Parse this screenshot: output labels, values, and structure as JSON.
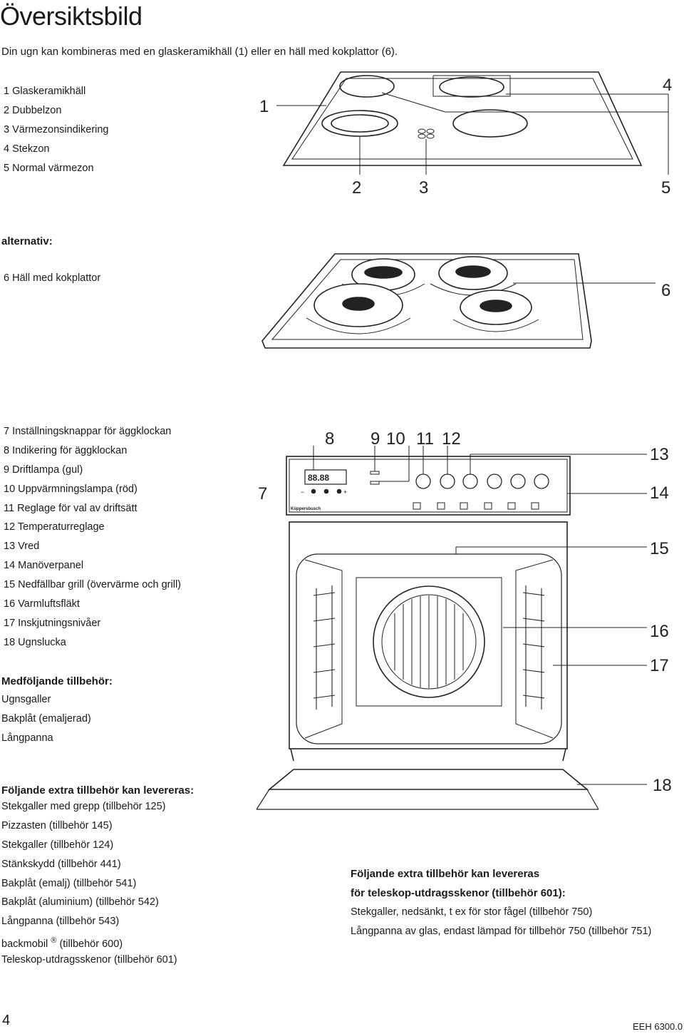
{
  "page": {
    "title": "Översiktsbild",
    "intro": "Din ugn kan kombineras med en glaskeramikhäll (1) eller en häll med kokplattor (6).",
    "page_number": "4",
    "doc_code": "EEH 6300.0"
  },
  "cooktop_legend": [
    "1 Glaskeramikhäll",
    "2 Dubbelzon",
    "3 Värmezonsindikering",
    "4 Stekzon",
    "5 Normal värmezon"
  ],
  "alternative": {
    "label": "alternativ:",
    "items": [
      "6 Häll med kokplattor"
    ]
  },
  "oven_legend": [
    "7 Inställningsknappar för äggklockan",
    "8 Indikering för äggklockan",
    "9 Driftlampa (gul)",
    "10 Uppvärmningslampa (röd)",
    "11 Reglage för val av driftsätt",
    "12 Temperaturreglage",
    "13 Vred",
    "14 Manöverpanel",
    "15 Nedfällbar grill (övervärme och grill)",
    "16 Varmluftsfläkt",
    "17 Inskjutningsnivåer",
    "18 Ugnslucka"
  ],
  "included": {
    "heading": "Medföljande tillbehör:",
    "items": [
      "Ugnsgaller",
      "Bakplåt (emaljerad)",
      "Långpanna"
    ]
  },
  "extra": {
    "heading": "Följande extra tillbehör kan levereras:",
    "items": [
      "Stekgaller med grepp (tillbehör 125)",
      "Pizzasten (tillbehör 145)",
      "Stekgaller (tillbehör 124)",
      "Stänkskydd (tillbehör 441)",
      "Bakplåt (emalj) (tillbehör 541)",
      "Bakplåt (aluminium) (tillbehör 542)",
      "Långpanna (tillbehör 543)"
    ],
    "backmobil_name": "backmobil",
    "backmobil_mark": "®",
    "backmobil_rest": " (tillbehör 600)",
    "last_item": "Teleskop-utdragsskenor (tillbehör 601)"
  },
  "telescope": {
    "heading_line1": "Följande extra tillbehör kan levereras",
    "heading_line2": "för teleskop-utdragsskenor (tillbehör 601):",
    "items": [
      "Stekgaller, nedsänkt, t ex för stor fågel (tillbehör 750)",
      "Långpanna av glas, endast lämpad för tillbehör 750 (tillbehör 751)"
    ]
  },
  "diagram": {
    "callouts_cooktop": [
      "1",
      "2",
      "3",
      "4",
      "5"
    ],
    "callouts_hob": [
      "6"
    ],
    "callouts_oven": [
      "7",
      "8",
      "9",
      "10",
      "11",
      "12",
      "13",
      "14",
      "15",
      "16",
      "17",
      "18"
    ],
    "timer_display": "88.88",
    "timer_minus": "−",
    "timer_plus": "+",
    "brand": "Küppersbusch"
  }
}
